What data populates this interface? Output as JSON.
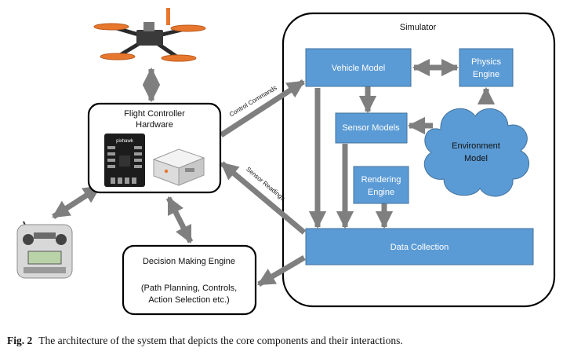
{
  "simulator": {
    "title": "Simulator"
  },
  "vehicle_model": {
    "label": "Vehicle Model"
  },
  "physics_engine": {
    "line1": "Physics",
    "line2": "Engine"
  },
  "sensor_models": {
    "label": "Sensor Models"
  },
  "environment_model": {
    "line1": "Environment",
    "line2": "Model"
  },
  "rendering_engine": {
    "line1": "Rendering",
    "line2": "Engine"
  },
  "data_collection": {
    "label": "Data Collection"
  },
  "flight_controller": {
    "line1": "Flight Controller",
    "line2": "Hardware",
    "board_text": "pixhawk"
  },
  "decision_engine": {
    "title": "Decision Making Engine",
    "line1": "(Path Planning, Controls,",
    "line2": "Action Selection etc.)"
  },
  "edge_labels": {
    "control_commands": "Control Commands",
    "sensor_readings": "Sensor Readings"
  },
  "caption": {
    "prefix": "Fig. 2",
    "text": "The architecture of the system that depicts the core components and their interactions."
  },
  "colors": {
    "block_blue": "#5B9BD5",
    "block_border": "#41719C",
    "arrow_gray": "#7F7F7F",
    "drone_orange": "#E8772E"
  }
}
